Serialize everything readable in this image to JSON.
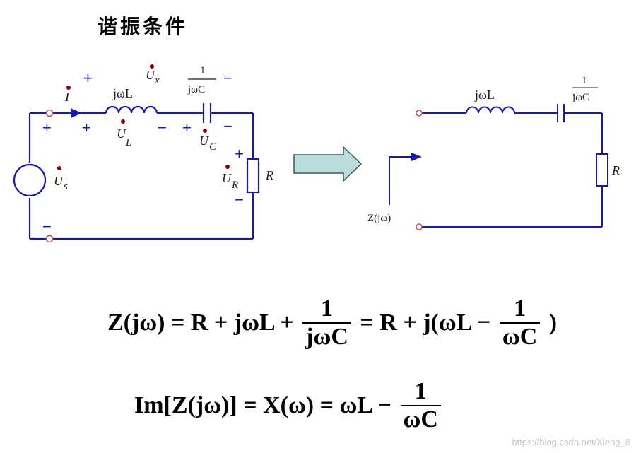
{
  "title": "谐振条件",
  "left_circuit": {
    "current": "I",
    "source": "U",
    "source_sub": "s",
    "inductor": "jωL",
    "inductor_voltage": "U",
    "inductor_voltage_sub": "L",
    "capacitor_num": "1",
    "capacitor_den": "jωC",
    "capacitor_voltage": "U",
    "capacitor_voltage_sub": "C",
    "x_voltage": "U",
    "x_voltage_sub": "x",
    "resistor": "R",
    "resistor_voltage": "U",
    "resistor_voltage_sub": "R",
    "plus": "+",
    "minus": "−"
  },
  "right_circuit": {
    "inductor": "jωL",
    "capacitor_num": "1",
    "capacitor_den": "jωC",
    "resistor": "R",
    "impedance": "Z(jω)"
  },
  "equation1": {
    "lhs": "Z(jω) = R + jωL +",
    "frac1_num": "1",
    "frac1_den": "jωC",
    "mid": "= R + j(ωL −",
    "frac2_num": "1",
    "frac2_den": "ωC",
    "end": ")"
  },
  "equation2": {
    "lhs": "Im[Z(jω)] = X(ω) = ωL −",
    "frac_num": "1",
    "frac_den": "ωC"
  },
  "watermark": "https://blog.csdn.net/Xieng_8",
  "colors": {
    "wire": "#1a1aa8",
    "dot": "#8b0000",
    "arrow_fill": "#b9dcdc"
  }
}
